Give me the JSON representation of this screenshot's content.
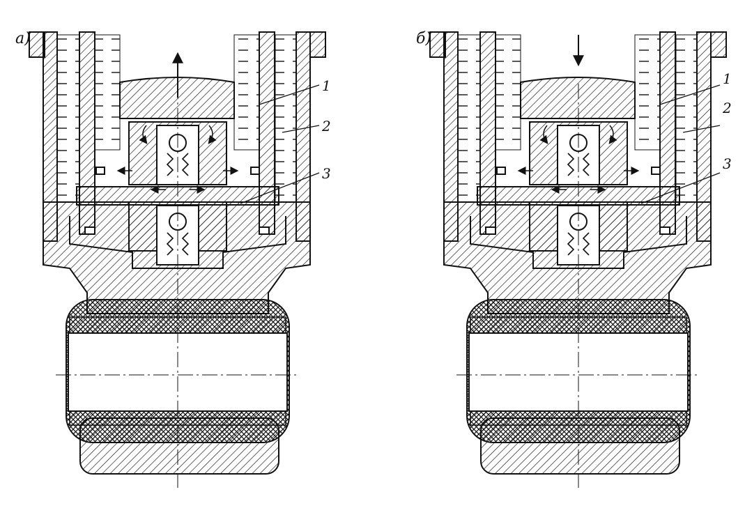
{
  "panels": [
    {
      "id": "a",
      "label": "а)",
      "flow_direction": "up",
      "callouts": [
        "1",
        "2",
        "3"
      ]
    },
    {
      "id": "b",
      "label": "б)",
      "flow_direction": "down",
      "callouts": [
        "1",
        "2",
        "3"
      ]
    }
  ],
  "style": {
    "line_color": "#111111",
    "fill_color": "#ffffff"
  }
}
